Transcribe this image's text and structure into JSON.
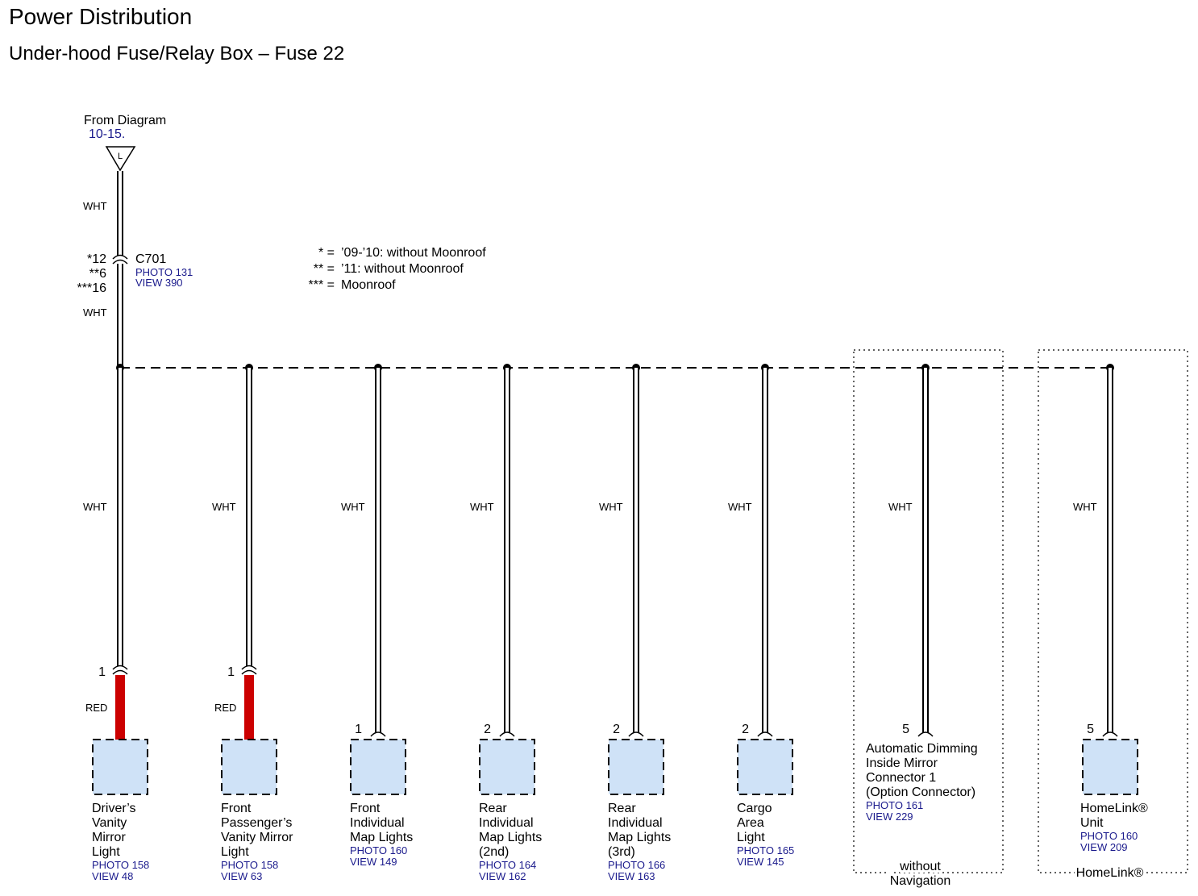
{
  "title": "Power Distribution",
  "subtitle": "Under-hood Fuse/Relay Box – Fuse 22",
  "source": {
    "from_label": "From Diagram",
    "ref": "10-15.",
    "terminal": "L",
    "wire_color_top": "WHT",
    "wire_color_below": "WHT"
  },
  "connector_c701": {
    "name": "C701",
    "photo": "PHOTO 131",
    "view": "VIEW 390",
    "pins": [
      "*12",
      "**6",
      "***16"
    ]
  },
  "legend": [
    {
      "key": "* =",
      "text": "’09-’10: without Moonroof"
    },
    {
      "key": "** =",
      "text": "’11: without Moonroof"
    },
    {
      "key": "*** =",
      "text": "Moonroof"
    }
  ],
  "branches": [
    {
      "wire_top": "WHT",
      "pin": "1",
      "wire_bottom": "RED",
      "inline_connector": true,
      "name_lines": [
        "Driver’s",
        "Vanity",
        "Mirror",
        "Light"
      ],
      "photo": "PHOTO 158",
      "view": "VIEW 48"
    },
    {
      "wire_top": "WHT",
      "pin": "1",
      "wire_bottom": "RED",
      "inline_connector": true,
      "name_lines": [
        "Front",
        "Passenger’s",
        "Vanity Mirror",
        "Light"
      ],
      "photo": "PHOTO 158",
      "view": "VIEW 63"
    },
    {
      "wire_top": "WHT",
      "pin": "1",
      "inline_connector": false,
      "name_lines": [
        "Front",
        "Individual",
        "Map Lights"
      ],
      "photo": "PHOTO 160",
      "view": "VIEW 149"
    },
    {
      "wire_top": "WHT",
      "pin": "2",
      "inline_connector": false,
      "name_lines": [
        "Rear",
        "Individual",
        "Map Lights",
        "(2nd)"
      ],
      "photo": "PHOTO 164",
      "view": "VIEW 162"
    },
    {
      "wire_top": "WHT",
      "pin": "2",
      "inline_connector": false,
      "name_lines": [
        "Rear",
        "Individual",
        "Map Lights",
        "(3rd)"
      ],
      "photo": "PHOTO 166",
      "view": "VIEW 163"
    },
    {
      "wire_top": "WHT",
      "pin": "2",
      "inline_connector": false,
      "name_lines": [
        "Cargo",
        "Area",
        "Light"
      ],
      "photo": "PHOTO 165",
      "view": "VIEW 145"
    },
    {
      "wire_top": "WHT",
      "pin": "5",
      "inline_connector": false,
      "component_box": false,
      "name_lines": [
        "Automatic Dimming",
        "Inside Mirror",
        "Connector 1",
        "(Option Connector)"
      ],
      "photo": "PHOTO 161",
      "view": "VIEW 229",
      "option_label": [
        "without",
        "Navigation"
      ]
    },
    {
      "wire_top": "WHT",
      "pin": "5",
      "inline_connector": false,
      "name_lines": [
        "HomeLink®",
        "Unit"
      ],
      "photo": "PHOTO 160",
      "view": "VIEW 209",
      "option_label": [
        "HomeLink®"
      ]
    }
  ],
  "colors": {
    "wire_red": "#cc0000",
    "component_fill": "#cfe2f7",
    "reference_text": "#1a1a8c"
  }
}
